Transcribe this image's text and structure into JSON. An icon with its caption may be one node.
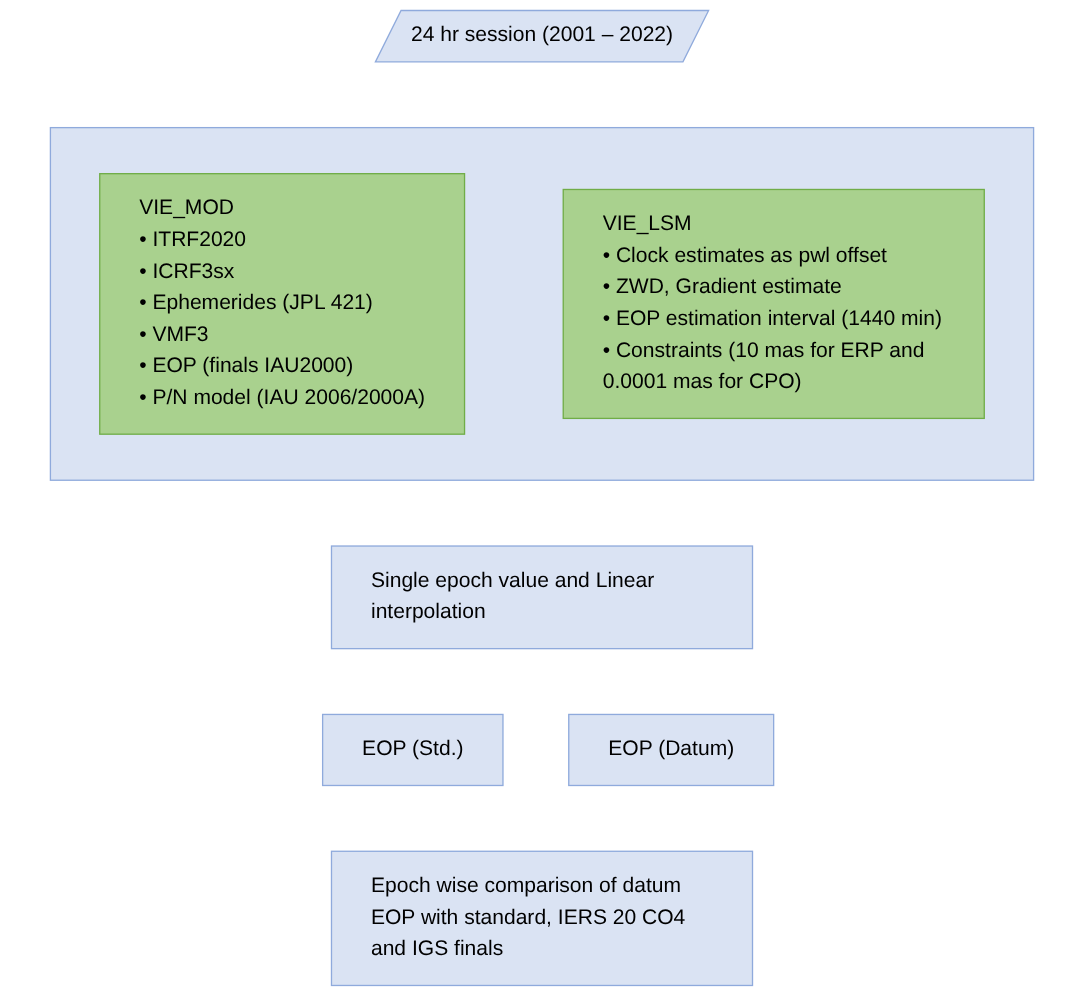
{
  "diagram": {
    "nodes": [
      {
        "text": [
          "24 hr session (2001 – 2022)"
        ]
      },
      {
        "text": [],
        "shape": "box"
      },
      {
        "text": [
          "VIE_MOD",
          "• ITRF2020",
          "• ICRF3sx",
          "• Ephemerides (JPL 421)",
          "• VMF3",
          "• EOP (finals IAU2000)",
          "• P/N model (IAU 2006/2000A)"
        ],
        "in": 1
      },
      {
        "text": [
          "VIE_LSM",
          "• Clock estimates as pwl offset",
          "• ZWD, Gradient estimate",
          "• EOP estimation interval (1440 min)",
          "• Constraints (10 mas for ERP and 0.0001 mas for CPO)"
        ],
        "in": 1
      },
      {
        "text": [
          "Single epoch value and Linear interpolation"
        ]
      },
      {
        "text": [
          "EOP (Std.)"
        ]
      },
      {
        "text": [
          "EOP (Datum)"
        ]
      },
      {
        "text": [
          "Epoch wise comparison of datum EOP with standard, IERS 20 CO4 and IGS finals"
        ]
      }
    ],
    "edges": []
  }
}
